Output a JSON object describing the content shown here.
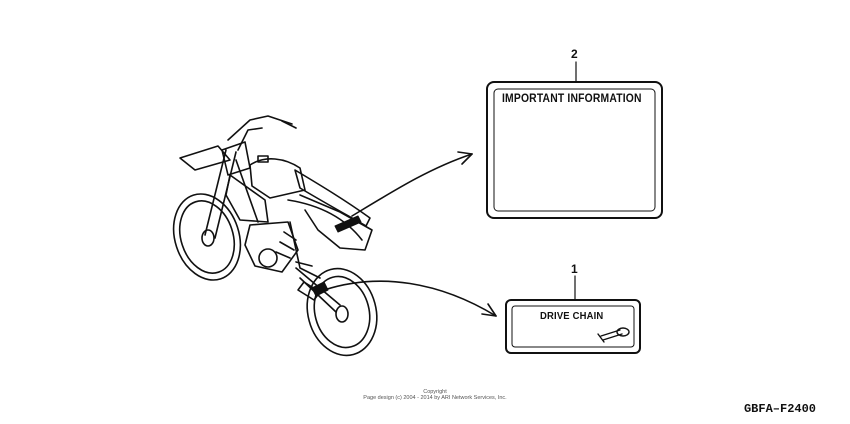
{
  "labels": {
    "important": {
      "callout": "2",
      "text": "IMPORTANT  INFORMATION"
    },
    "chain": {
      "callout": "1",
      "text": "DRIVE CHAIN"
    }
  },
  "footer": {
    "copyright_line1": "Copyright",
    "copyright_line2": "Page design (c) 2004 - 2014 by ARI Network Services, Inc.",
    "diagram_code": "GBFA–F2400"
  },
  "icons": [
    "motorcycle-illustration",
    "pointer-arrow",
    "wrench-icon"
  ]
}
